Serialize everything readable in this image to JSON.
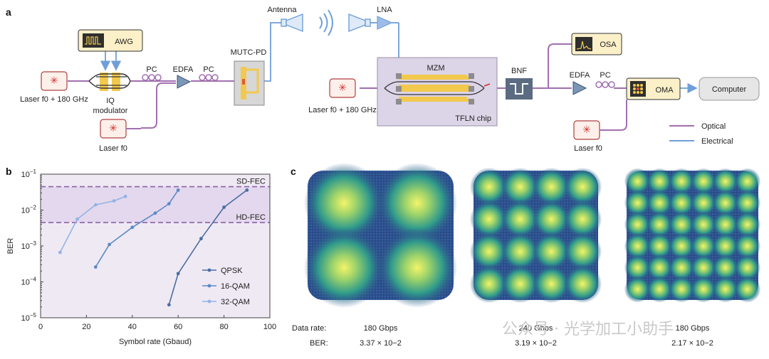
{
  "panel_a": {
    "label": "a",
    "awg": "AWG",
    "iq_line1": "IQ",
    "iq_line2": "modulator",
    "laser1": "Laser f0 + 180 GHz",
    "laser2": "Laser f0",
    "pc1": "PC",
    "edfa1": "EDFA",
    "pc2": "PC",
    "mutc": "MUTC-PD",
    "antenna": "Antenna",
    "lna": "LNA",
    "mzm": "MZM",
    "tfln": "TFLN chip",
    "laser3": "Laser f0 + 180 GHz",
    "bnf": "BNF",
    "osa": "OSA",
    "edfa2": "EDFA",
    "pc3": "PC",
    "oma": "OMA",
    "computer": "Computer",
    "laser4": "Laser f0",
    "legend_optical": "Optical",
    "legend_electrical": "Electrical",
    "colors": {
      "optical": "#a26fb0",
      "electrical": "#6f9fd8"
    }
  },
  "panel_b": {
    "label": "b",
    "chart_data": {
      "type": "line",
      "xlabel": "Symbol rate (Gbaud)",
      "ylabel": "BER",
      "xlim": [
        0,
        100
      ],
      "ylim_log10": [
        -5,
        -1
      ],
      "x_ticks": [
        "0",
        "20",
        "40",
        "60",
        "80",
        "100"
      ],
      "y_ticks": [
        "10-5",
        "10-4",
        "10-3",
        "10-2",
        "10-1"
      ],
      "thresholds": [
        {
          "name": "SD-FEC",
          "value": 0.045
        },
        {
          "name": "HD-FEC",
          "value": 0.0045
        }
      ],
      "series": [
        {
          "name": "QPSK",
          "color": "#4a6ea0",
          "x": [
            56,
            60,
            70,
            80,
            90
          ],
          "y": [
            2.3e-05,
            0.00017,
            0.0016,
            0.012,
            0.036
          ]
        },
        {
          "name": "16-QAM",
          "color": "#5b8ac6",
          "x": [
            24,
            30,
            40,
            50,
            56,
            60
          ],
          "y": [
            0.00026,
            0.0011,
            0.0033,
            0.0082,
            0.015,
            0.036
          ]
        },
        {
          "name": "32-QAM",
          "color": "#93b3e3",
          "x": [
            8.5,
            16,
            24,
            32,
            37
          ],
          "y": [
            0.00066,
            0.0056,
            0.014,
            0.018,
            0.024
          ]
        }
      ]
    }
  },
  "panel_c": {
    "label": "c",
    "row1_label": "Data rate:",
    "row2_label": "BER:",
    "constellations": [
      {
        "grid": 2,
        "rate": "180 Gbps",
        "ber": "3.37 × 10−2"
      },
      {
        "grid": 4,
        "rate": "240 Gbps",
        "ber": "3.19 × 10−2"
      },
      {
        "grid": 6,
        "rate": "180 Gbps",
        "ber": "2.17 × 10−2"
      }
    ]
  },
  "watermark": "公众号 · 光学加工小助手"
}
